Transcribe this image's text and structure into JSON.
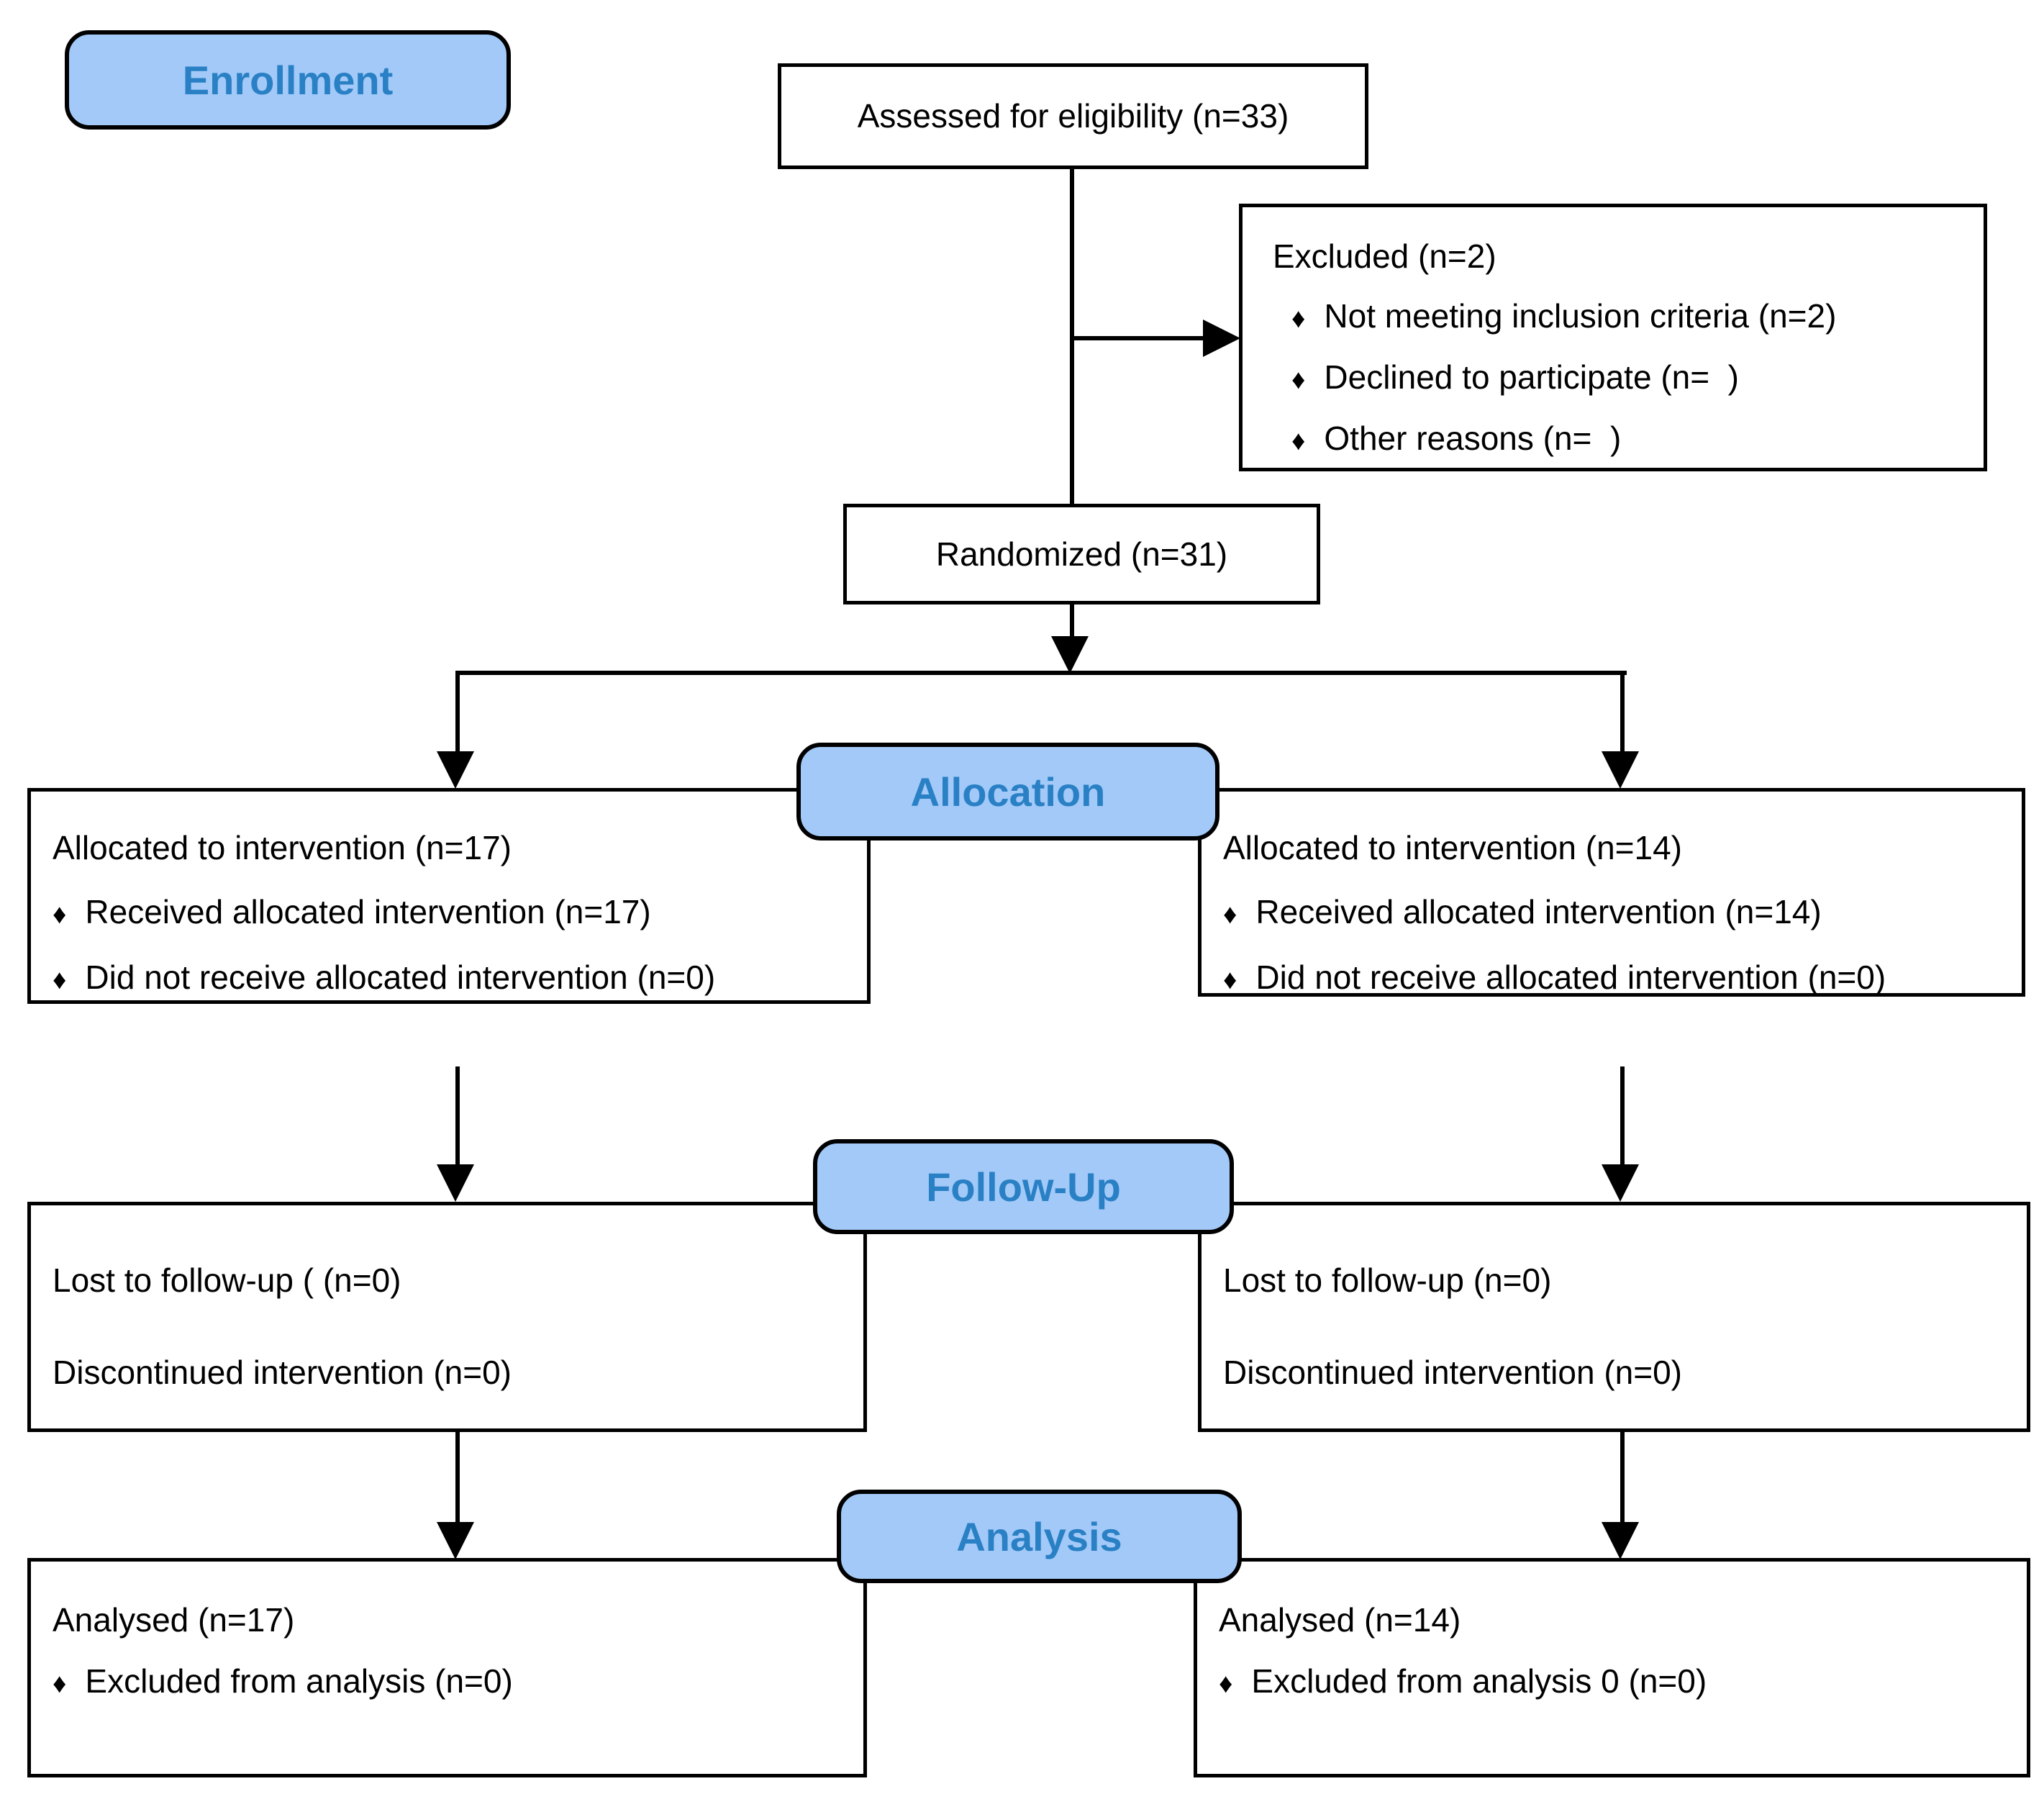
{
  "stage_labels": {
    "enrollment": "Enrollment",
    "allocation": "Allocation",
    "followup": "Follow-Up",
    "analysis": "Analysis"
  },
  "bullet_char": "♦",
  "boxes": {
    "assessed": {
      "text": "Assessed for eligibility (n=33)"
    },
    "excluded": {
      "title": "Excluded (n=2)",
      "items": [
        "Not meeting inclusion criteria (n=2)",
        "Declined to participate (n=  )",
        "Other reasons (n=  )"
      ]
    },
    "randomized": {
      "text": "Randomized (n=31)"
    },
    "alloc_left": {
      "title": "Allocated to intervention (n=17)",
      "items": [
        "Received allocated intervention (n=17)",
        "Did not receive allocated intervention (n=0)"
      ]
    },
    "alloc_right": {
      "title": "Allocated to intervention (n=14)",
      "items": [
        "Received allocated intervention (n=14)",
        "Did not receive allocated intervention (n=0)"
      ]
    },
    "fu_left": {
      "line1": "Lost to follow-up ( (n=0)",
      "line2": "Discontinued intervention (n=0)"
    },
    "fu_right": {
      "line1": "Lost to follow-up (n=0)",
      "line2": "Discontinued intervention (n=0)"
    },
    "analysis_left": {
      "title": "Analysed (n=17)",
      "items": [
        "Excluded from analysis (n=0)"
      ]
    },
    "analysis_right": {
      "title": "Analysed (n=14)",
      "items": [
        "Excluded from analysis 0 (n=0)"
      ]
    }
  },
  "colors": {
    "stage_fill": "#A2C9F8",
    "stage_text": "#2980C4",
    "line": "#000000",
    "box_bg": "#FFFFFF"
  }
}
